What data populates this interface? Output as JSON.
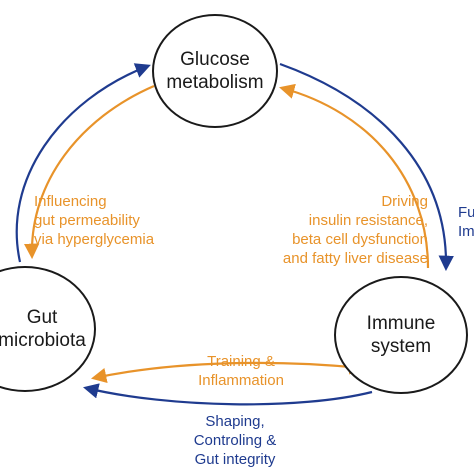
{
  "nodes": {
    "glucose": "Glucose\nmetabolism",
    "gut": "Gut\nmicrobiota",
    "immune": "Immune\nsystem"
  },
  "edges": {
    "gut_to_glucose_label": "Influencing\ngut permeability\nvia hyperglycemia",
    "glucose_to_immune_label": "Driving\ninsulin resistance,\nbeta cell dysfunction\nand fatty liver disease",
    "gut_immune_label": "Training &\nInflammation",
    "immune_to_gut_label": "Shaping,\nControling &\nGut integrity",
    "glucose_immune_outer_label": "Fu\nIm"
  },
  "colors": {
    "orange": "#e8932a",
    "blue": "#1f3b8f",
    "node_border": "#1a1a1a"
  }
}
